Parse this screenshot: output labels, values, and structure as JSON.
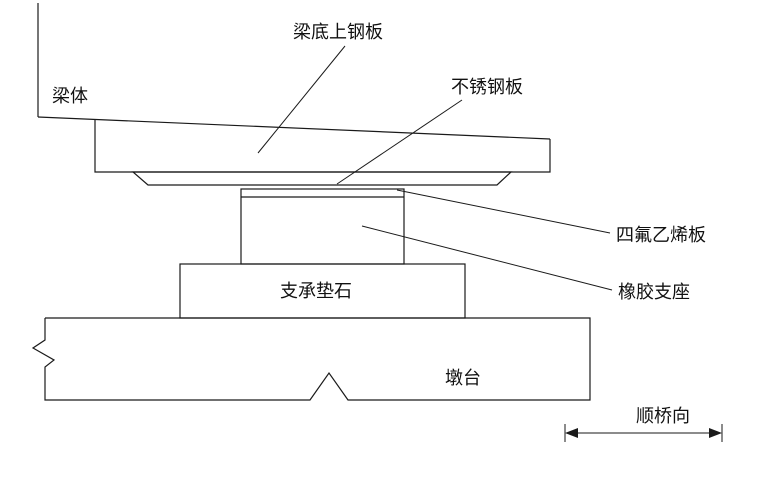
{
  "diagram": {
    "title": "bridge-sliding-bearing-section",
    "labels": {
      "beam_body": "梁体",
      "beam_bottom_steel_plate": "梁底上钢板",
      "stainless_steel_plate": "不锈钢板",
      "ptfe_plate": "四氟乙烯板",
      "rubber_bearing": "橡胶支座",
      "bearing_pedestal": "支承垫石",
      "pier": "墩台",
      "along_bridge_direction": "顺桥向"
    },
    "colors": {
      "line": "#1a1a1a",
      "background": "#ffffff",
      "text": "#111111"
    }
  }
}
